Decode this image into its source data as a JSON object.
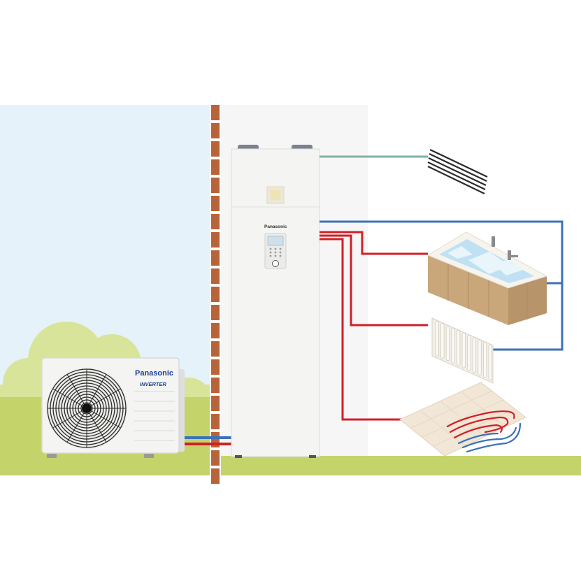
{
  "outdoor_unit": {
    "brand_label": "Panasonic",
    "series_label": "INVERTER"
  },
  "indoor_unit": {
    "brand_label": "Panasonic"
  },
  "colors": {
    "sky": "#e6f2f9",
    "grass": "#c5d46a",
    "wall_brick": "#b8643a",
    "wall_mortar": "#ffffff",
    "hot_pipe": "#d21f26",
    "cold_pipe": "#3b72b8",
    "ventilation_pipe": "#7fb2a0",
    "unit_body": "#f4f4f2",
    "brand_blue": "#1c3f94",
    "bathtub_wood": "#c9a77a",
    "water": "#bfe1f3"
  },
  "icons": [
    "outdoor-heat-pump-icon",
    "indoor-tank-unit-icon",
    "ventilation-grille-icon",
    "bathtub-icon",
    "radiator-icon",
    "underfloor-heating-icon",
    "brick-wall-icon",
    "bush-icon"
  ]
}
